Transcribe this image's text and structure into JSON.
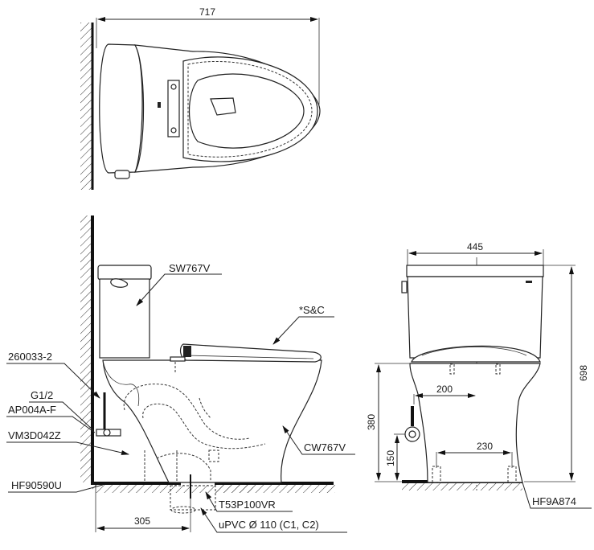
{
  "title": "Two-piece toilet technical dimension drawing",
  "top_view": {
    "length_dim": "717"
  },
  "side_view": {
    "labels": {
      "tank": "SW767V",
      "seat": "*S&C",
      "hose": "260033-2",
      "thread": "G1/2",
      "valve": "AP004A-F",
      "trap": "VM3D042Z",
      "floor_seal": "HF90590U",
      "bowl": "CW767V",
      "flange": "T53P100VR",
      "pipe": "uPVC Ø 110 (C1, C2)"
    },
    "dims": {
      "rough_in": "305"
    }
  },
  "front_view": {
    "dims": {
      "width": "445",
      "height": "698",
      "inlet_height": "380",
      "inlet_offset": "200",
      "valve_height": "150",
      "bolt_spacing": "230"
    },
    "labels": {
      "fixing": "HF9A874"
    }
  },
  "colors": {
    "line": "#222222",
    "background": "#ffffff"
  }
}
